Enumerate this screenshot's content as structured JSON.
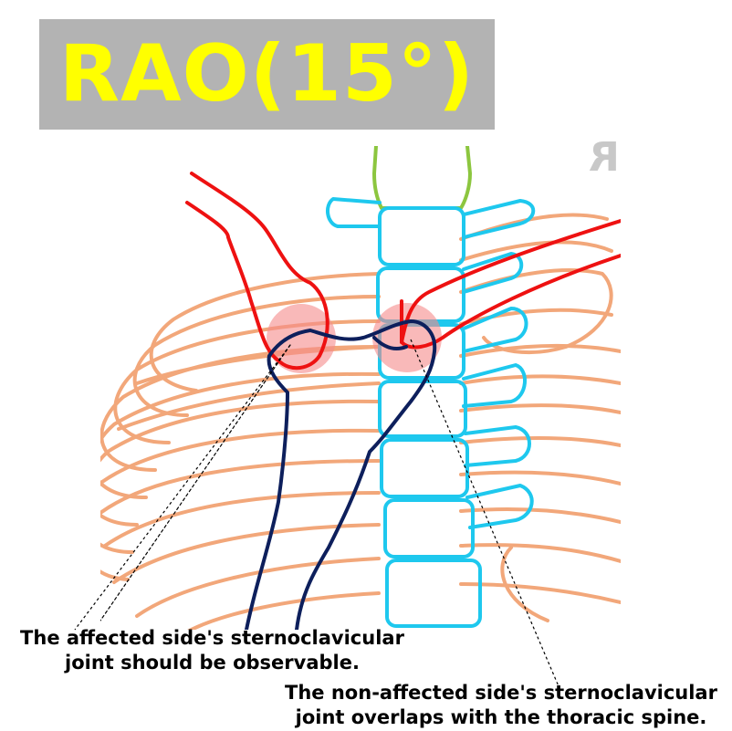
{
  "title": "RAO(15°)",
  "orientation_marker": "R",
  "annotations": {
    "affected": "The affected side's sternoclavicular\njoint should be observable.",
    "non_affected": "The non-affected side's sternoclavicular\njoint overlaps with the thoracic spine."
  },
  "colors": {
    "title_bg": "#b3b3b3",
    "title_text": "#ffff00",
    "ribs": "#f2a77a",
    "spine": "#1ec8ee",
    "cervical": "#8cc63f",
    "clavicle": "#ee1111",
    "sternum": "#0d1f5c",
    "joint_highlight": "#f58a8a"
  }
}
